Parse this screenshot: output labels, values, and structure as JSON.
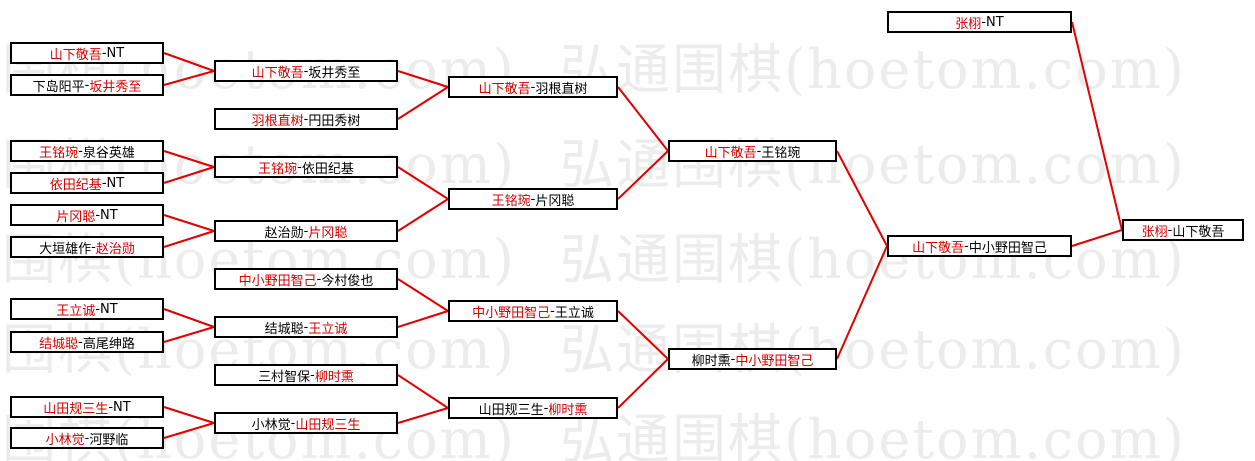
{
  "watermark": "弘通围棋(hoetom.com)",
  "colors": {
    "winner": "#d40000",
    "loser": "#000000",
    "line": "#e00000"
  },
  "rounds": {
    "r1": [
      {
        "p1": "山下敬吾",
        "p2": "NT",
        "winner": 1
      },
      {
        "p1": "下岛阳平",
        "p2": "坂井秀至",
        "winner": 2
      },
      {
        "p1": "王铭琬",
        "p2": "泉谷英雄",
        "winner": 1
      },
      {
        "p1": "依田纪基",
        "p2": "NT",
        "winner": 1
      },
      {
        "p1": "片冈聪",
        "p2": "NT",
        "winner": 1
      },
      {
        "p1": "大垣雄作",
        "p2": "赵治勋",
        "winner": 2
      },
      {
        "p1": "王立诚",
        "p2": "NT",
        "winner": 1
      },
      {
        "p1": "结城聪",
        "p2": "高尾绅路",
        "winner": 1
      },
      {
        "p1": "山田规三生",
        "p2": "NT",
        "winner": 1
      },
      {
        "p1": "小林觉",
        "p2": "河野临",
        "winner": 1
      }
    ],
    "r2": [
      {
        "p1": "山下敬吾",
        "p2": "坂井秀至",
        "winner": 1
      },
      {
        "p1": "羽根直树",
        "p2": "円田秀树",
        "winner": 1
      },
      {
        "p1": "王铭琬",
        "p2": "依田纪基",
        "winner": 1
      },
      {
        "p1": "赵治勋",
        "p2": "片冈聪",
        "winner": 2
      },
      {
        "p1": "中小野田智己",
        "p2": "今村俊也",
        "winner": 1
      },
      {
        "p1": "结城聪",
        "p2": "王立诚",
        "winner": 2
      },
      {
        "p1": "三村智保",
        "p2": "柳时熏",
        "winner": 2
      },
      {
        "p1": "小林觉",
        "p2": "山田规三生",
        "winner": 2
      }
    ],
    "r3": [
      {
        "p1": "山下敬吾",
        "p2": "羽根直树",
        "winner": 1
      },
      {
        "p1": "王铭琬",
        "p2": "片冈聪",
        "winner": 1
      },
      {
        "p1": "中小野田智己",
        "p2": "王立诚",
        "winner": 1
      },
      {
        "p1": "山田规三生",
        "p2": "柳时熏",
        "winner": 2
      }
    ],
    "r4": [
      {
        "p1": "山下敬吾",
        "p2": "王铭琬",
        "winner": 1
      },
      {
        "p1": "柳时熏",
        "p2": "中小野田智己",
        "winner": 2
      }
    ],
    "r5": [
      {
        "p1": "山下敬吾",
        "p2": "中小野田智己",
        "winner": 1
      }
    ],
    "seed": [
      {
        "p1": "张栩",
        "p2": "NT",
        "winner": 1
      }
    ],
    "final": [
      {
        "p1": "张栩",
        "p2": "山下敬吾",
        "winner": 1
      }
    ]
  }
}
